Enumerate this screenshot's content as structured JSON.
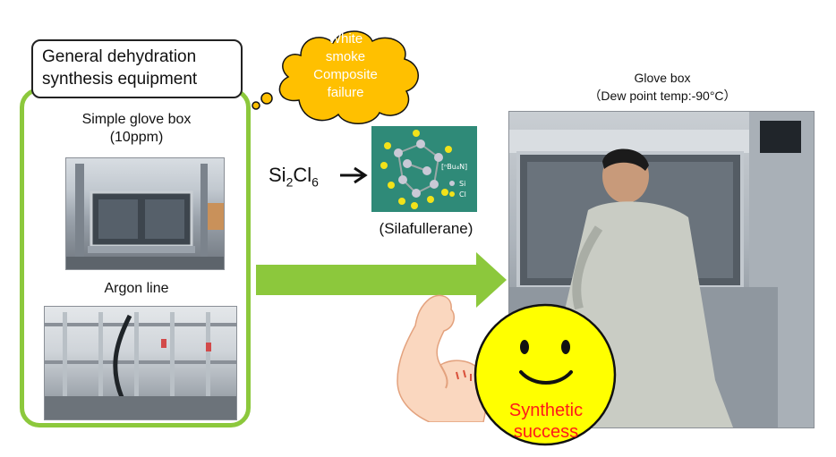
{
  "panel": {
    "title_line1": "General dehydration",
    "title_line2": "synthesis equipment",
    "simple_glovebox_line1": "Simple glove box",
    "simple_glovebox_line2": "(10ppm)",
    "argon_line": "Argon line"
  },
  "bubble": {
    "lines": [
      "White",
      "smoke",
      "Composite",
      "failure"
    ],
    "fill_color": "#ffc000"
  },
  "reaction": {
    "formula_base1": "Si",
    "formula_sub1": "2",
    "formula_base2": "Cl",
    "formula_sub2": "6",
    "product_caption": "(Silafullerane)",
    "molecule_labels": {
      "counter_ion": "[ⁿBu₄N]",
      "legend_si": "Si",
      "legend_cl": "Cl"
    }
  },
  "glovebox": {
    "title": "Glove box",
    "subtitle": "（Dew point temp:-90°C）"
  },
  "success": {
    "line1": "Synthetic",
    "line2": "success",
    "text_color": "#ff1a1a",
    "face_color": "#ffff00"
  },
  "colors": {
    "panel_border": "#8cc83c",
    "arrow_fill": "#8cc83c",
    "molecule_bg": "#2f8a78"
  },
  "icons": {
    "arrow_small": "right-arrow-icon",
    "arrow_big": "big-right-arrow-icon",
    "arm": "flexed-arm-icon",
    "face": "smiley-face-icon"
  }
}
